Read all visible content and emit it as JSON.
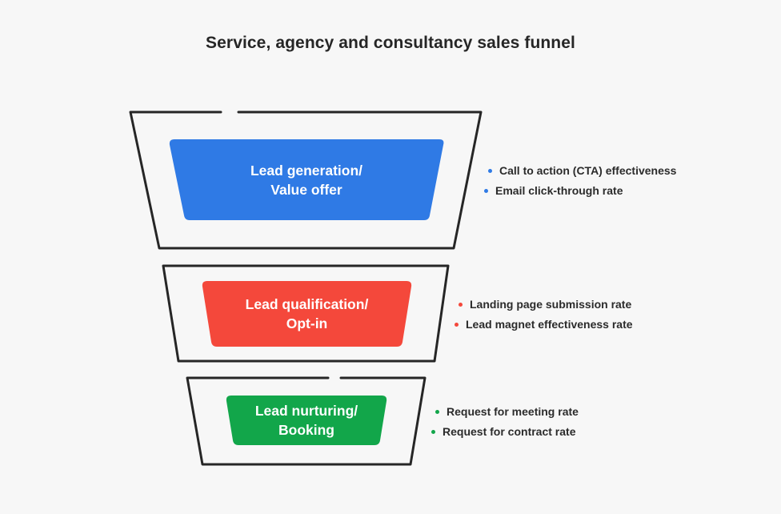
{
  "title": "Service, agency and consultancy sales funnel",
  "colors": {
    "generation": "#2f7ae5",
    "qualification": "#f4483b",
    "nurturing": "#12a64a",
    "outline": "#262626",
    "background": "#f7f7f7"
  },
  "stages": [
    {
      "line1": "Lead generation/",
      "line2": "Value offer",
      "metrics": [
        "Call to action (CTA) effectiveness",
        "Email click-through rate"
      ]
    },
    {
      "line1": "Lead qualification/",
      "line2": "Opt-in",
      "metrics": [
        "Landing page submission rate",
        "Lead magnet effectiveness rate"
      ]
    },
    {
      "line1": "Lead nurturing/",
      "line2": "Booking",
      "metrics": [
        "Request for meeting rate",
        "Request for contract rate"
      ]
    }
  ]
}
